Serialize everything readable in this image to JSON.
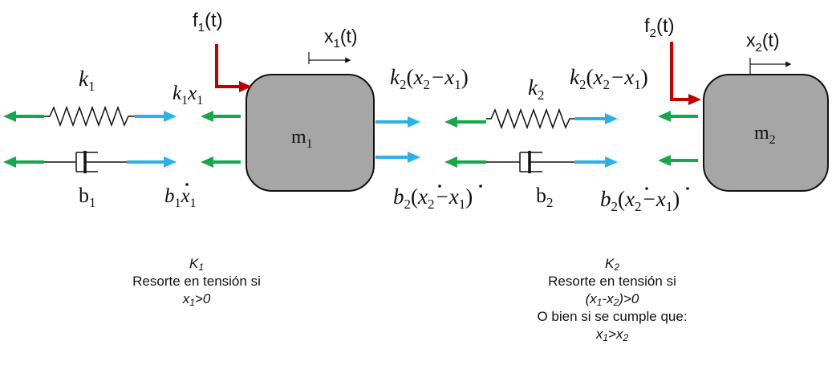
{
  "colors": {
    "green_arrow": "#14a84a",
    "blue_arrow": "#29b1e8",
    "red_force": "#c00000",
    "mass_fill": "#a6a6a6",
    "line": "#111111"
  },
  "masses": {
    "m1": {
      "sym": "m",
      "sub": "1"
    },
    "m2": {
      "sym": "m",
      "sub": "2"
    }
  },
  "forces": {
    "f1": {
      "sym": "f",
      "sub": "1",
      "arg": "(t)"
    },
    "f2": {
      "sym": "f",
      "sub": "2",
      "arg": "(t)"
    }
  },
  "displacements": {
    "x1": {
      "sym": "x",
      "sub": "1",
      "arg": "(t)"
    },
    "x2": {
      "sym": "x",
      "sub": "2",
      "arg": "(t)"
    }
  },
  "springs": {
    "k1": {
      "sym": "k",
      "sub": "1"
    },
    "k2": {
      "sym": "k",
      "sub": "2"
    }
  },
  "dampers": {
    "b1": {
      "sym": "b",
      "sub": "1"
    },
    "b2": {
      "sym": "b",
      "sub": "2"
    }
  },
  "force_labels": {
    "k1x1": {
      "k": "k",
      "ks": "1",
      "x": "x",
      "xs": "1"
    },
    "b1x1dot": {
      "b": "b",
      "bs": "1",
      "x": "x",
      "xs": "1"
    },
    "k2diff": {
      "k": "k",
      "ks": "2",
      "open": "(",
      "xa": "x",
      "xas": "2",
      "minus": "−",
      "xb": "x",
      "xbs": "1",
      "close": ")"
    },
    "b2diffdot": {
      "b": "b",
      "bs": "2",
      "open": "(",
      "xa": "x",
      "xas": "2",
      "minus": "−",
      "xb": "x",
      "xbs": "1",
      "close": ")"
    }
  },
  "captions": {
    "left": {
      "title_sym": "K",
      "title_sub": "1",
      "line1": "Resorte en tensión si",
      "cond_sym": "x",
      "cond_sub": "1",
      "cond_rest": ">0"
    },
    "right": {
      "title_sym": "K",
      "title_sub": "2",
      "line1": "Resorte en tensión si",
      "cond_open": "(x",
      "cond_sub_a": "1",
      "cond_mid": "-x",
      "cond_sub_b": "2",
      "cond_close": ")>0",
      "line3": "O bien si se cumple que:",
      "cond2_sym": "x",
      "cond2_sub_a": "1",
      "cond2_mid": ">x",
      "cond2_sub_b": "2"
    }
  }
}
